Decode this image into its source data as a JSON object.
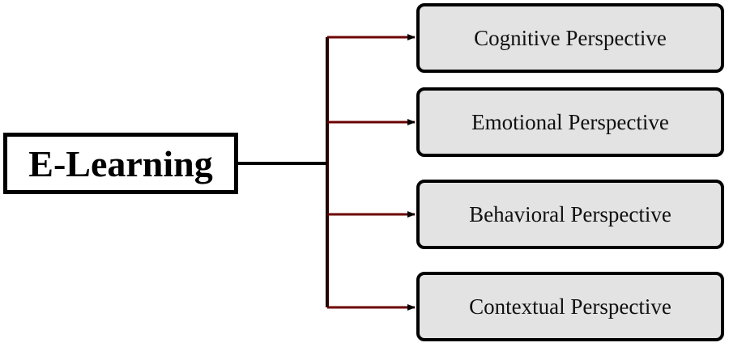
{
  "diagram": {
    "root": {
      "label": "E-Learning"
    },
    "branches": [
      {
        "label": "Cognitive Perspective"
      },
      {
        "label": "Emotional Perspective"
      },
      {
        "label": "Behavioral Perspective"
      },
      {
        "label": "Contextual Perspective"
      }
    ],
    "colors": {
      "line": "#000000",
      "arrow": "#6b0000",
      "box_fill": "#e3e3e3",
      "border": "#000000"
    }
  }
}
